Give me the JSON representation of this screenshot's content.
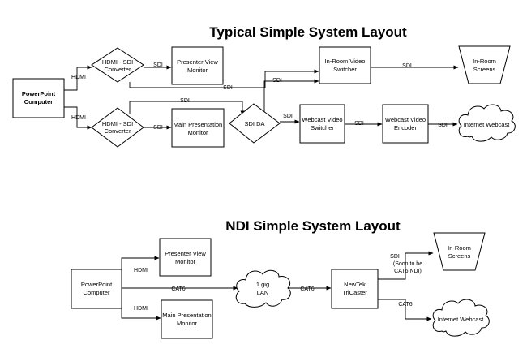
{
  "diagrams": [
    {
      "id": "typical",
      "title": "Typical Simple System Layout",
      "nodes": {
        "ppt": {
          "shape": "rect",
          "lines": [
            "PowerPoint",
            "Computer"
          ],
          "bold": true
        },
        "conv1": {
          "shape": "diamond",
          "lines": [
            "HDMI - SDI",
            "Converter"
          ]
        },
        "conv2": {
          "shape": "diamond",
          "lines": [
            "HDMI - SDI",
            "Converter"
          ]
        },
        "presenter": {
          "shape": "rect",
          "lines": [
            "Presenter View",
            "Monitor"
          ]
        },
        "mainmon": {
          "shape": "rect",
          "lines": [
            "Main Presentation",
            "Monitor"
          ]
        },
        "sdida": {
          "shape": "diamond",
          "lines": [
            "SDI DA"
          ]
        },
        "inroomsw": {
          "shape": "rect",
          "lines": [
            "In-Room Video",
            "Switcher"
          ]
        },
        "webcastsw": {
          "shape": "rect",
          "lines": [
            "Webcast Video",
            "Switcher"
          ]
        },
        "encoder": {
          "shape": "rect",
          "lines": [
            "Webcast Video",
            "Encoder"
          ]
        },
        "screens": {
          "shape": "trapezoid",
          "lines": [
            "In-Room",
            "Screens"
          ]
        },
        "cloud": {
          "shape": "cloud",
          "lines": [
            "Internet Webcast"
          ]
        }
      },
      "edge_labels": [
        "HDMI",
        "HDMI",
        "SDI",
        "SDI",
        "SDI",
        "SDI",
        "SDI",
        "SDI",
        "SDI",
        "SDI",
        "SDI"
      ]
    },
    {
      "id": "ndi",
      "title": "NDI Simple System Layout",
      "nodes": {
        "ppt": {
          "shape": "rect",
          "lines": [
            "PowerPoint",
            "Computer"
          ]
        },
        "presenter": {
          "shape": "rect",
          "lines": [
            "Presenter View",
            "Monitor"
          ]
        },
        "mainmon": {
          "shape": "rect",
          "lines": [
            "Main Presentation",
            "Monitor"
          ]
        },
        "lan": {
          "shape": "cloud",
          "lines": [
            "1 gig",
            "LAN"
          ]
        },
        "tricaster": {
          "shape": "rect",
          "lines": [
            "NewTek",
            "TriCaster"
          ]
        },
        "screens": {
          "shape": "trapezoid",
          "lines": [
            "In-Room",
            "Screens"
          ]
        },
        "cloud": {
          "shape": "cloud",
          "lines": [
            "Internet Webcast"
          ]
        }
      },
      "edge_labels": [
        "HDMI",
        "HDMI",
        "CAT6",
        "CAT6",
        "SDI",
        "(Soon to be",
        "CAT6 NDI)",
        "CAT6"
      ]
    }
  ]
}
